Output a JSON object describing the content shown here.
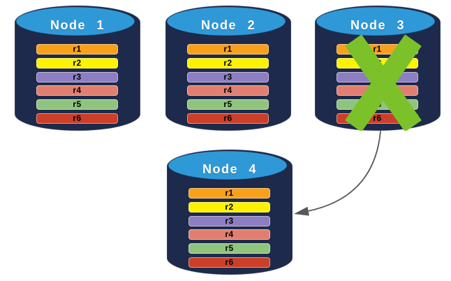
{
  "palette": {
    "background": "#FFFFFF",
    "cylinder_body": "#1E2A4B",
    "cylinder_top": "#2F99D8",
    "cylinder_edge": "#9AA3B0",
    "title_text": "#FFFFFF",
    "row_text": "#000000"
  },
  "nodes": [
    {
      "title": "Node 1",
      "failed": false,
      "rows": [
        {
          "label": "r1",
          "color": "#F9A01B"
        },
        {
          "label": "r2",
          "color": "#FEF200"
        },
        {
          "label": "r3",
          "color": "#8D7EC2"
        },
        {
          "label": "r4",
          "color": "#E07F70"
        },
        {
          "label": "r5",
          "color": "#90C47E"
        },
        {
          "label": "r6",
          "color": "#CB3F28"
        }
      ]
    },
    {
      "title": "Node 2",
      "failed": false,
      "rows": [
        {
          "label": "r1",
          "color": "#F9A01B"
        },
        {
          "label": "r2",
          "color": "#FEF200"
        },
        {
          "label": "r3",
          "color": "#8D7EC2"
        },
        {
          "label": "r4",
          "color": "#E07F70"
        },
        {
          "label": "r5",
          "color": "#90C47E"
        },
        {
          "label": "r6",
          "color": "#CB3F28"
        }
      ]
    },
    {
      "title": "Node 3",
      "failed": true,
      "rows": [
        {
          "label": "r1",
          "color": "#F9A01B"
        },
        {
          "label": "r2",
          "color": "#FEF200"
        },
        {
          "label": "r3",
          "color": "#8D7EC2"
        },
        {
          "label": "r4",
          "color": "#E07F70"
        },
        {
          "label": "r5",
          "color": "#90C47E"
        },
        {
          "label": "r6",
          "color": "#CB3F28"
        }
      ]
    },
    {
      "title": "Node 4",
      "failed": false,
      "rows": [
        {
          "label": "r1",
          "color": "#F9A01B"
        },
        {
          "label": "r2",
          "color": "#FEF200"
        },
        {
          "label": "r3",
          "color": "#8D7EC2"
        },
        {
          "label": "r4",
          "color": "#E07F70"
        },
        {
          "label": "r5",
          "color": "#90C47E"
        },
        {
          "label": "r6",
          "color": "#CB3F28"
        }
      ]
    }
  ],
  "failure_mark": {
    "on_node": "Node 3",
    "shape": "x-cross",
    "color": "#7CC12A"
  },
  "arrow": {
    "from": "Node 3",
    "to": "Node 4",
    "color": "#595959"
  }
}
